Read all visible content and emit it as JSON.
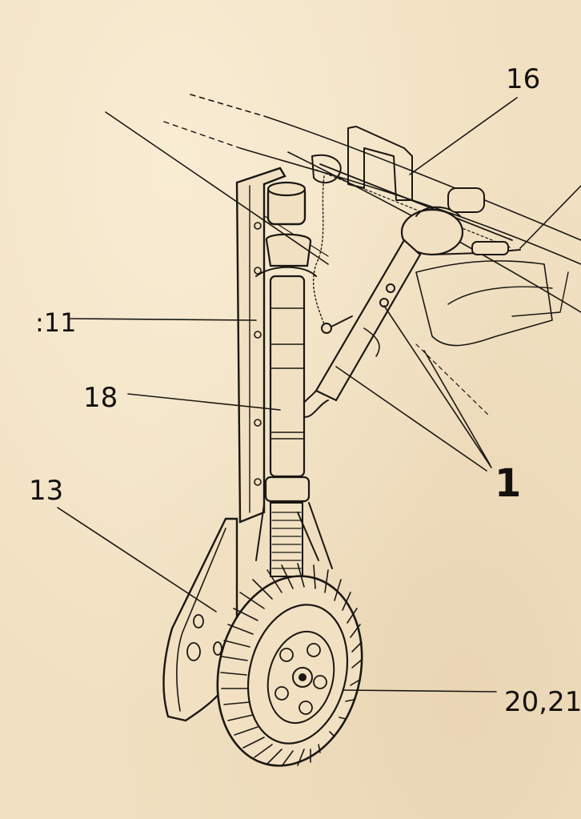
{
  "diagram": {
    "callouts": [
      {
        "id": "16",
        "text": "16"
      },
      {
        "id": "11",
        "text": ":11"
      },
      {
        "id": "18",
        "text": "18"
      },
      {
        "id": "13",
        "text": "13"
      },
      {
        "id": "1",
        "text": "1"
      },
      {
        "id": "20-21",
        "text": "20,21"
      }
    ]
  },
  "colors": {
    "paper": "#f1e1c2",
    "ink": "#1b1712"
  }
}
